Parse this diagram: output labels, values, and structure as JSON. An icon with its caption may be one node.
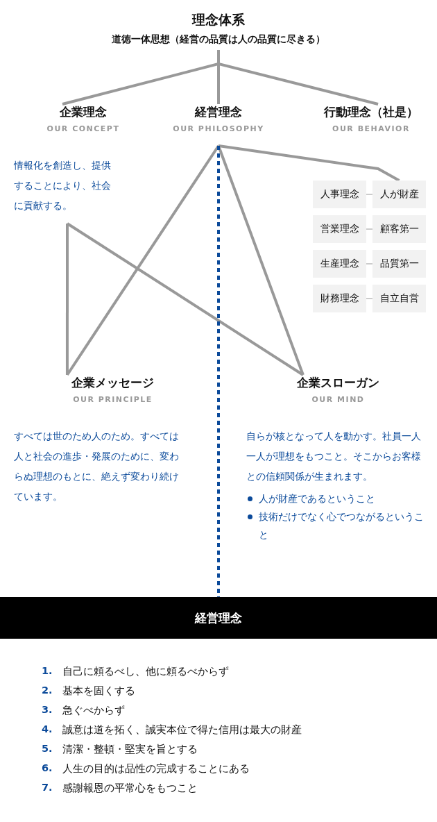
{
  "diagram": {
    "title": "理念体系",
    "nodes": [
      {
        "text": [
          "道徳一体思想（経営の品質は人の品質に尽きる）"
        ]
      },
      {
        "text": [
          "企業理念",
          "OUR CONCEPT",
          "情報化を創造し、提供することにより、社会に貢献する。"
        ]
      },
      {
        "text": [
          "経営理念",
          "OUR PHILOSOPHY"
        ]
      },
      {
        "text": [
          "行動理念（社是）",
          "OUR BEHAVIOR"
        ]
      },
      {
        "text": [
          "人事理念"
        ]
      },
      {
        "text": [
          "人が財産"
        ]
      },
      {
        "text": [
          "営業理念"
        ]
      },
      {
        "text": [
          "顧客第一"
        ]
      },
      {
        "text": [
          "生産理念"
        ]
      },
      {
        "text": [
          "品質第一"
        ]
      },
      {
        "text": [
          "財務理念"
        ]
      },
      {
        "text": [
          "自立自営"
        ]
      },
      {
        "text": [
          "企業メッセージ",
          "OUR PRINCIPLE",
          "すべては世のため人のため。すべては人と社会の進歩・発展のために、変わらぬ理想のもとに、絶えず変わり続けています。"
        ]
      },
      {
        "text": [
          "企業スローガン",
          "OUR MIND",
          "自らが核となって人を動かす。社員一人一人が理想をもつこと。そこからお客様との信頼関係が生まれます。",
          "人が財産であるということ",
          "技術だけでなく心でつながるということ"
        ]
      },
      {
        "text": [
          "経営理念"
        ]
      }
    ],
    "edges": [
      {
        "from": 0,
        "to": 1,
        "arrow": "none"
      },
      {
        "from": 0,
        "to": 2,
        "arrow": "none"
      },
      {
        "from": 0,
        "to": 3,
        "arrow": "none"
      },
      {
        "from": 1,
        "to": 12,
        "arrow": "none"
      },
      {
        "from": 1,
        "to": 13,
        "arrow": "none"
      },
      {
        "from": 2,
        "to": 12,
        "arrow": "none"
      },
      {
        "from": 2,
        "to": 13,
        "arrow": "none"
      },
      {
        "from": 2,
        "to": 5,
        "arrow": "none"
      },
      {
        "from": 2,
        "to": 14,
        "arrow": "none",
        "style": "dashed",
        "color": "#0b4a9a"
      },
      {
        "from": 4,
        "to": 5,
        "arrow": "none"
      },
      {
        "from": 6,
        "to": 7,
        "arrow": "none"
      },
      {
        "from": 8,
        "to": 9,
        "arrow": "none"
      },
      {
        "from": 10,
        "to": 11,
        "arrow": "none"
      }
    ],
    "labels": [
      "1.",
      "自己に頼るべし、他に頼るべからず",
      "2.",
      "基本を固くする",
      "3.",
      "急ぐべからず",
      "4.",
      "誠意は道を拓く、誠実本位で得た信用は最大の財産",
      "5.",
      "清潔・整頓・堅実を旨とする",
      "6.",
      "人生の目的は品性の完成することにある",
      "7.",
      "感謝報恩の平常心をもつこと"
    ]
  }
}
